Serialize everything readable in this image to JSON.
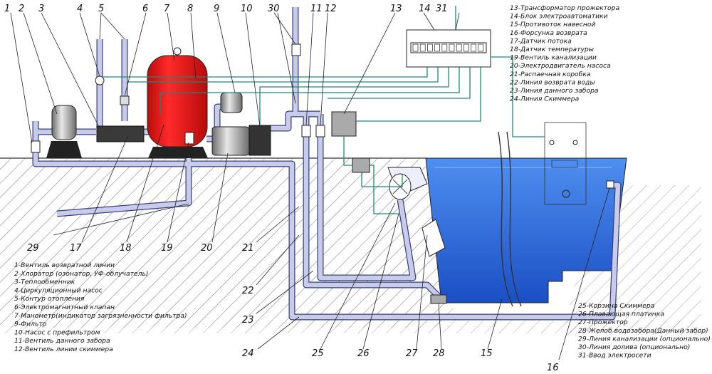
{
  "numbers": {
    "top": [
      {
        "id": "n1",
        "text": "1"
      },
      {
        "id": "n2",
        "text": "2"
      },
      {
        "id": "n3",
        "text": "3"
      },
      {
        "id": "n4",
        "text": "4"
      },
      {
        "id": "n5",
        "text": "5"
      },
      {
        "id": "n6",
        "text": "6"
      },
      {
        "id": "n7",
        "text": "7"
      },
      {
        "id": "n8",
        "text": "8"
      },
      {
        "id": "n9",
        "text": "9"
      },
      {
        "id": "n10",
        "text": "10"
      },
      {
        "id": "n30",
        "text": "30"
      },
      {
        "id": "n11",
        "text": "11"
      },
      {
        "id": "n12",
        "text": "12"
      },
      {
        "id": "n13",
        "text": "13"
      },
      {
        "id": "n14",
        "text": "14"
      },
      {
        "id": "n31",
        "text": "31"
      }
    ],
    "bottom": [
      {
        "id": "n29",
        "text": "29"
      },
      {
        "id": "n17",
        "text": "17"
      },
      {
        "id": "n18",
        "text": "18"
      },
      {
        "id": "n19",
        "text": "19"
      },
      {
        "id": "n20",
        "text": "20"
      },
      {
        "id": "n21",
        "text": "21"
      },
      {
        "id": "n22",
        "text": "22"
      },
      {
        "id": "n23",
        "text": "23"
      },
      {
        "id": "n24",
        "text": "24"
      },
      {
        "id": "n25",
        "text": "25"
      },
      {
        "id": "n26",
        "text": "26"
      },
      {
        "id": "n27",
        "text": "27"
      },
      {
        "id": "n28",
        "text": "28"
      },
      {
        "id": "n15",
        "text": "15"
      },
      {
        "id": "n16",
        "text": "16"
      }
    ]
  },
  "legend_top_right": [
    "13-Трансформатор прожектора",
    "14-Блок электроавтоматики",
    "15-Противоток навесной",
    "16-Форсунка возврата",
    "17-Датчик потока",
    "18-Датчик температуры",
    "19-Вентиль канализации",
    "20-Электродвигатель насоса",
    "21-Распаечная коробка",
    "22-Линия возврата воды",
    "23-Линия данного забора",
    "24-Линия Скиммера"
  ],
  "legend_bottom_left": [
    "1-Вентиль возвратной линии",
    "2-Хлоратор (озонатор, УФ-облучатель)",
    "3-Теплообменник",
    "4-Циркуляционный насос",
    "5-Контур отопления",
    "6-Электромагнитный клапан",
    "7-Манометр(индикатор загрязненности фильтра)",
    "9-Фильтр",
    "10-Насос с префильтром",
    "11-Вентиль данного забора",
    "12-Вентиль линии скиммера"
  ],
  "legend_bottom_right": [
    "25-Корзина Скиммера",
    "26-Плавающая платинка",
    "27-Прожектор",
    "28-Желоб водозабора(Данный забор)",
    "29-Линия канализации (опционально)",
    "30-Линия долива (опционально)",
    "31-Ввод электросети"
  ],
  "colors": {
    "pipe": "#c9cce6",
    "pipe_edge": "#3a3f8a",
    "filter": "#e11a1a",
    "water": "#2b6fe0",
    "wire": "#1a8a7a",
    "ground": "#555555"
  }
}
